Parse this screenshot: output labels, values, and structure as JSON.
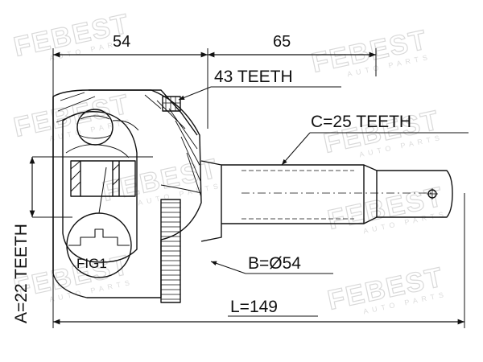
{
  "watermark": {
    "brand": "FEBEST",
    "sub": "AUTO PARTS"
  },
  "dimensions": {
    "top_left": "54",
    "top_right": "65",
    "overall_length": "L=149"
  },
  "callouts": {
    "outer_spline": "43 TEETH",
    "shaft_spline": "C=25 TEETH",
    "abs_ring": "B=Ø54",
    "inner_spline": "A=22 TEETH",
    "detail": "FIG1"
  }
}
